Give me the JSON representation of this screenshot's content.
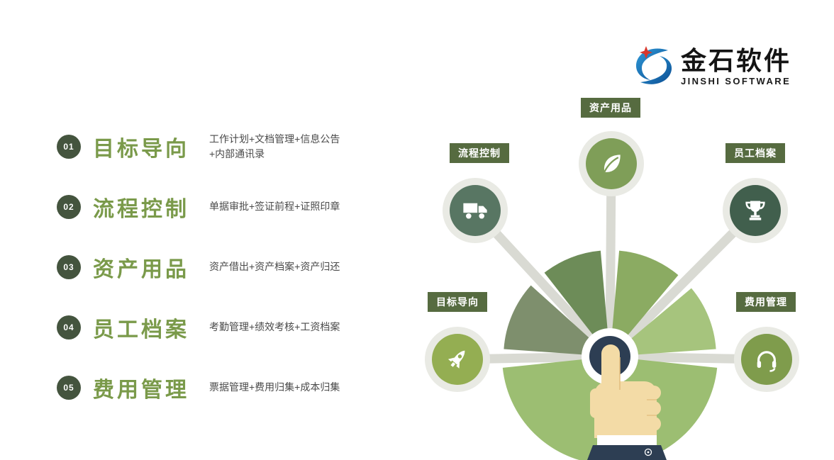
{
  "logo": {
    "brand_cn": "金石软件",
    "brand_en": "JINSHI SOFTWARE"
  },
  "features": [
    {
      "num": "01",
      "title": "目标导向",
      "desc": "工作计划+文档管理+信息公告+内部通讯录"
    },
    {
      "num": "02",
      "title": "流程控制",
      "desc": "单据审批+签证前程+证照印章"
    },
    {
      "num": "03",
      "title": "资产用品",
      "desc": "资产借出+资产档案+资产归还"
    },
    {
      "num": "04",
      "title": "员工档案",
      "desc": "考勤管理+绩效考核+工资档案"
    },
    {
      "num": "05",
      "title": "费用管理",
      "desc": "票据管理+费用归集+成本归集"
    }
  ],
  "diagram": {
    "nodes": [
      {
        "label": "流程控制",
        "icon": "truck-icon"
      },
      {
        "label": "资产用品",
        "icon": "leaf-icon"
      },
      {
        "label": "员工档案",
        "icon": "trophy-icon"
      },
      {
        "label": "目标导向",
        "icon": "rocket-icon"
      },
      {
        "label": "费用管理",
        "icon": "headset-icon"
      }
    ]
  },
  "colors": {
    "feature_title_green": "#7a9a4a",
    "number_badge_green": "#44543e",
    "label_badge_green": "#566b40",
    "node_process_control": "#587663",
    "node_assets": "#7f9e58",
    "node_employee": "#415f4d",
    "node_goal": "#94ae52",
    "node_expense": "#7f9c4c",
    "center_navy": "#2d3e53",
    "spoke_gray": "#d9dad3",
    "fan_greens": [
      "#7e8f6d",
      "#6d8c58",
      "#8bab62",
      "#a6c47d",
      "#9cbe72"
    ],
    "logo_blue": "#0b4d93",
    "logo_red": "#d8372c"
  }
}
